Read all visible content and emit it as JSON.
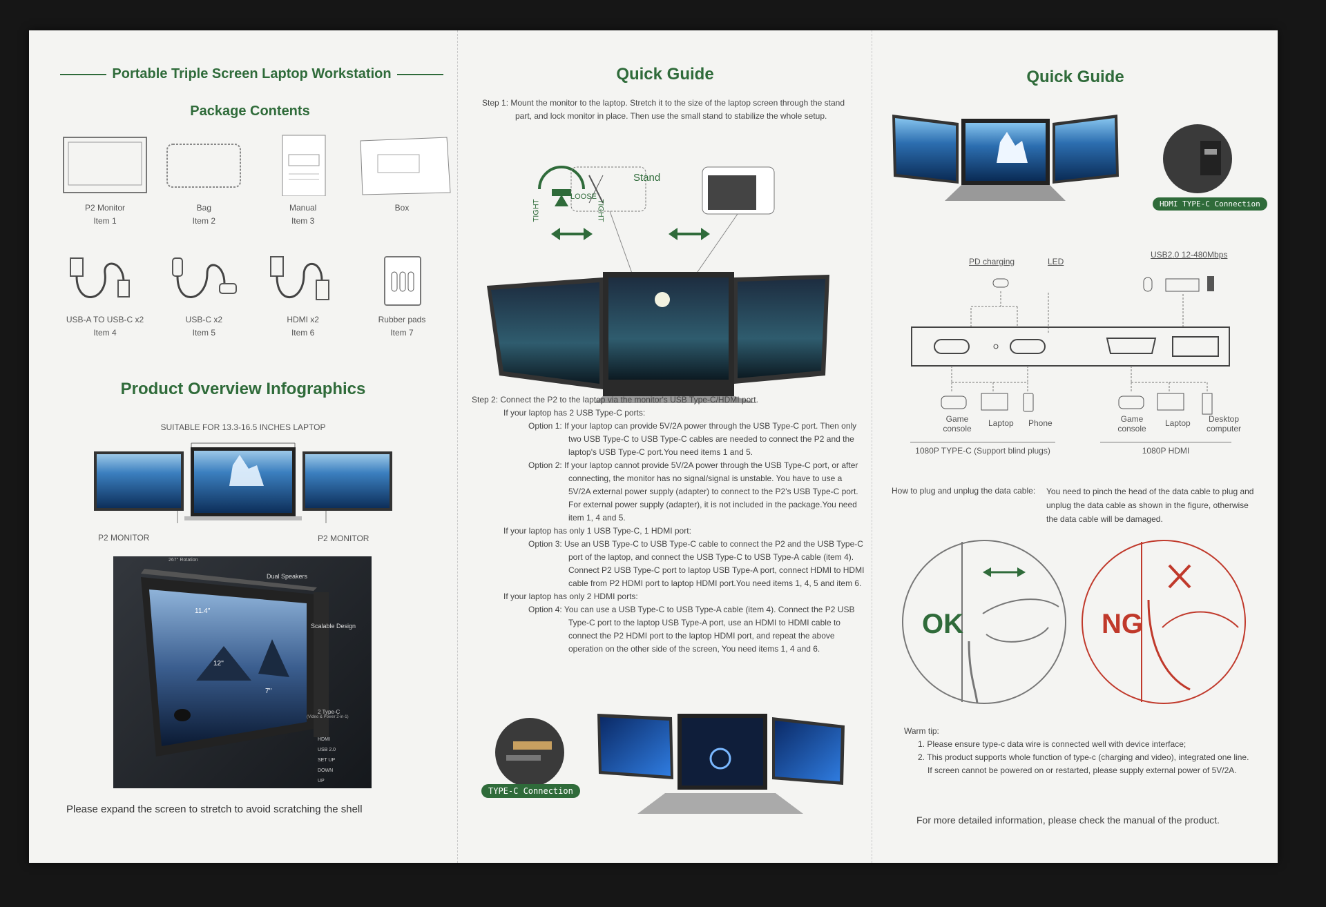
{
  "panel1": {
    "title": "Portable Triple Screen Laptop Workstation",
    "package_heading": "Package Contents",
    "items_row1": [
      {
        "name": "P2 Monitor",
        "item": "Item 1",
        "icon": "monitor-icon"
      },
      {
        "name": "Bag",
        "item": "Item 2",
        "icon": "bag-icon"
      },
      {
        "name": "Manual",
        "item": "Item 3",
        "icon": "manual-icon"
      },
      {
        "name": "Box",
        "item": "",
        "icon": "box-icon"
      }
    ],
    "items_row2": [
      {
        "name": "USB-A TO USB-C x2",
        "item": "Item 4",
        "icon": "usb-a-cable-icon"
      },
      {
        "name": "USB-C x2",
        "item": "Item 5",
        "icon": "usb-c-cable-icon"
      },
      {
        "name": "HDMI x2",
        "item": "Item 6",
        "icon": "hdmi-cable-icon"
      },
      {
        "name": "Rubber pads",
        "item": "Item 7",
        "icon": "rubber-pads-icon"
      }
    ],
    "overview_heading": "Product Overview Infographics",
    "suitable_text": "SUITABLE FOR 13.3-16.5 INCHES LAPTOP",
    "left_monitor_label": "P2  MONITOR",
    "right_monitor_label": "P2 MONITOR",
    "photo_labels": {
      "rotation": "267° Rotation",
      "speakers": "Dual Speakers",
      "size1": "11.4''",
      "size2": "12''",
      "size3": "7''",
      "scalable": "Scalable Design",
      "typec": "2 Type-C",
      "typec_sub": "(Video & Power 2-in-1)",
      "ports": [
        "HDMI",
        "USB 2.0",
        "SET UP",
        "DOWN",
        "UP"
      ]
    },
    "footer": "Please expand the screen to stretch to avoid scratching the shell"
  },
  "panel2": {
    "heading": "Quick Guide",
    "step1": "Step 1:  Mount the monitor to the laptop. Stretch it to the size of the laptop screen through the stand part, and lock monitor in place. Then use the small stand to stabilize the whole setup.",
    "stand_label": "Stand",
    "loose_label": "LOOSE",
    "tight_label": "TIGHT",
    "step2": "Step 2: Connect the P2 to the laptop via the monitor's USB Type-C/HDMI port.",
    "case_a": "If your laptop has 2 USB Type-C ports:",
    "option1": "Option 1: If your laptop can provide 5V/2A power through the USB Type-C port. Then only two USB Type-C to USB Type-C cables are needed to connect the P2 and the laptop's USB Type-C port.You need items 1 and 5.",
    "option2": "Option 2: If your laptop cannot provide 5V/2A power through the USB Type-C port, or after connecting, the monitor has no signal/signal is unstable. You have to use a 5V/2A external power supply (adapter) to connect to the P2's USB Type-C port. For external power supply (adapter),  it is not included in the package.You need item 1,  4 and 5.",
    "case_b": "If your laptop has only 1 USB Type-C,  1 HDMI port:",
    "option3": "Option 3: Use an USB Type-C to USB Type-C cable to connect the P2 and the USB Type-C port of the laptop,  and connect the USB Type-C to USB Type-A cable (item 4).  Connect P2 USB Type-C port to laptop USB Type-A port, connect HDMI to HDMI cable from P2 HDMI port to laptop HDMI port.You need items 1,  4,  5 and item 6.",
    "case_c": "If your laptop has only 2 HDMI ports:",
    "option4": "Option 4: You can use a USB Type-C to USB Type-A cable (item 4).  Connect the P2 USB Type-C port to the laptop USB Type-A port,  use an HDMI to HDMI cable to connect the P2 HDMI port to the laptop HDMI port,  and repeat the above operation on the other side of the screen,  You need items 1,  4 and 6.",
    "typec_badge": "TYPE-C Connection"
  },
  "panel3": {
    "heading": "Quick Guide",
    "hdmi_badge": "HDMI TYPE-C Connection",
    "pd_label": "PD charging",
    "led_label": "LED",
    "usb_label": "USB2.0 12-480Mbps",
    "left_devices": [
      "Game console",
      "Laptop",
      "Phone"
    ],
    "right_devices": [
      "Game console",
      "Laptop",
      "Desktop computer"
    ],
    "left_caption": "1080P TYPE-C (Support blind plugs)",
    "right_caption": "1080P HDMI",
    "plug_heading": "How to plug and unplug the data cable:",
    "plug_text": "You need to pinch the head of the data cable to plug and unplug the data cable as shown in the figure, otherwise the data cable will be damaged.",
    "ok_label": "OK",
    "ng_label": "NG",
    "warm_tip_heading": "Warm tip:",
    "tip1": "1. Please ensure type-c data wire is connected well with device interface;",
    "tip2": "2. This product supports whole function of type-c (charging and video), integrated one line.  If screen cannot be powered on or restarted, please supply external power of 5V/2A.",
    "footer": "For more detailed information,  please check the manual of the product."
  },
  "colors": {
    "accent_green": "#2f6b3a",
    "ng_red": "#c0392b",
    "paper": "#f4f4f2"
  }
}
